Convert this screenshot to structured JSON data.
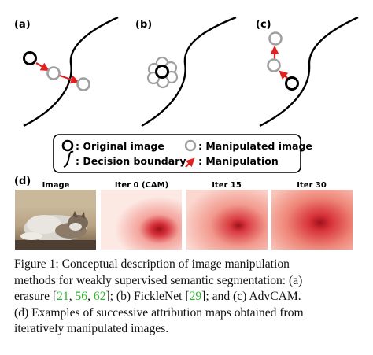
{
  "panels": {
    "a": "(a)",
    "b": "(b)",
    "c": "(c)",
    "d": "(d)"
  },
  "legend": {
    "original": ": Original image",
    "manipulated": ": Manipulated image",
    "boundary": ": Decision boundary",
    "manipulation": ": Manipulation"
  },
  "thumbnails": {
    "image": "Image",
    "iter0": "Iter 0 (CAM)",
    "iter15": "Iter 15",
    "iter30": "Iter 30"
  },
  "caption": {
    "line1": "Figure 1:  Conceptual description of image manipulation",
    "line2": "methods for weakly supervised semantic segmentation: (a)",
    "line3_a": "erasure [",
    "cite_21": "21",
    "sep1": ", ",
    "cite_56": "56",
    "sep2": ", ",
    "cite_62": "62",
    "line3_b": "]; (b) FickleNet [",
    "cite_29": "29",
    "line3_c": "]; and (c) AdvCAM.",
    "line4": "(d) Examples of successive attribution maps obtained from",
    "line5": "iteratively manipulated images."
  },
  "colors": {
    "arrow": "#e32020",
    "manipulated_circle": "#a0a0a0",
    "original_circle": "#000000",
    "heatmap_peak": "#b0101a",
    "citation": "#2bb52b"
  }
}
